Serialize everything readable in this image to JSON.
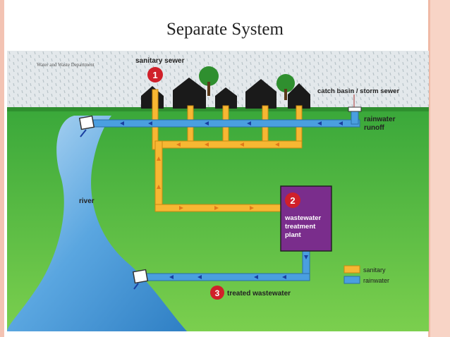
{
  "slide": {
    "title": "Separate System"
  },
  "diagram": {
    "credit": "Water and Waste Department",
    "labels": {
      "sanitary_sewer": "sanitary sewer",
      "catch_basin": "catch basin / storm sewer",
      "rainwater": "rainwater",
      "runoff": "runoff",
      "river": "river",
      "wastewater": "wastewater",
      "treatment": "treatment",
      "plant": "plant",
      "treated_wastewater": "treated wastewater"
    },
    "markers": [
      "1",
      "2",
      "3"
    ],
    "legend": [
      {
        "label": "sanitary",
        "color": "#f7b733"
      },
      {
        "label": "rainwater",
        "color": "#4a9fe0"
      }
    ],
    "colors": {
      "sky": "#dde3e6",
      "grass": "#3ca93c",
      "river": "#3a8ed0",
      "plant": "#7a2d8c",
      "marker": "#d0202a"
    }
  }
}
